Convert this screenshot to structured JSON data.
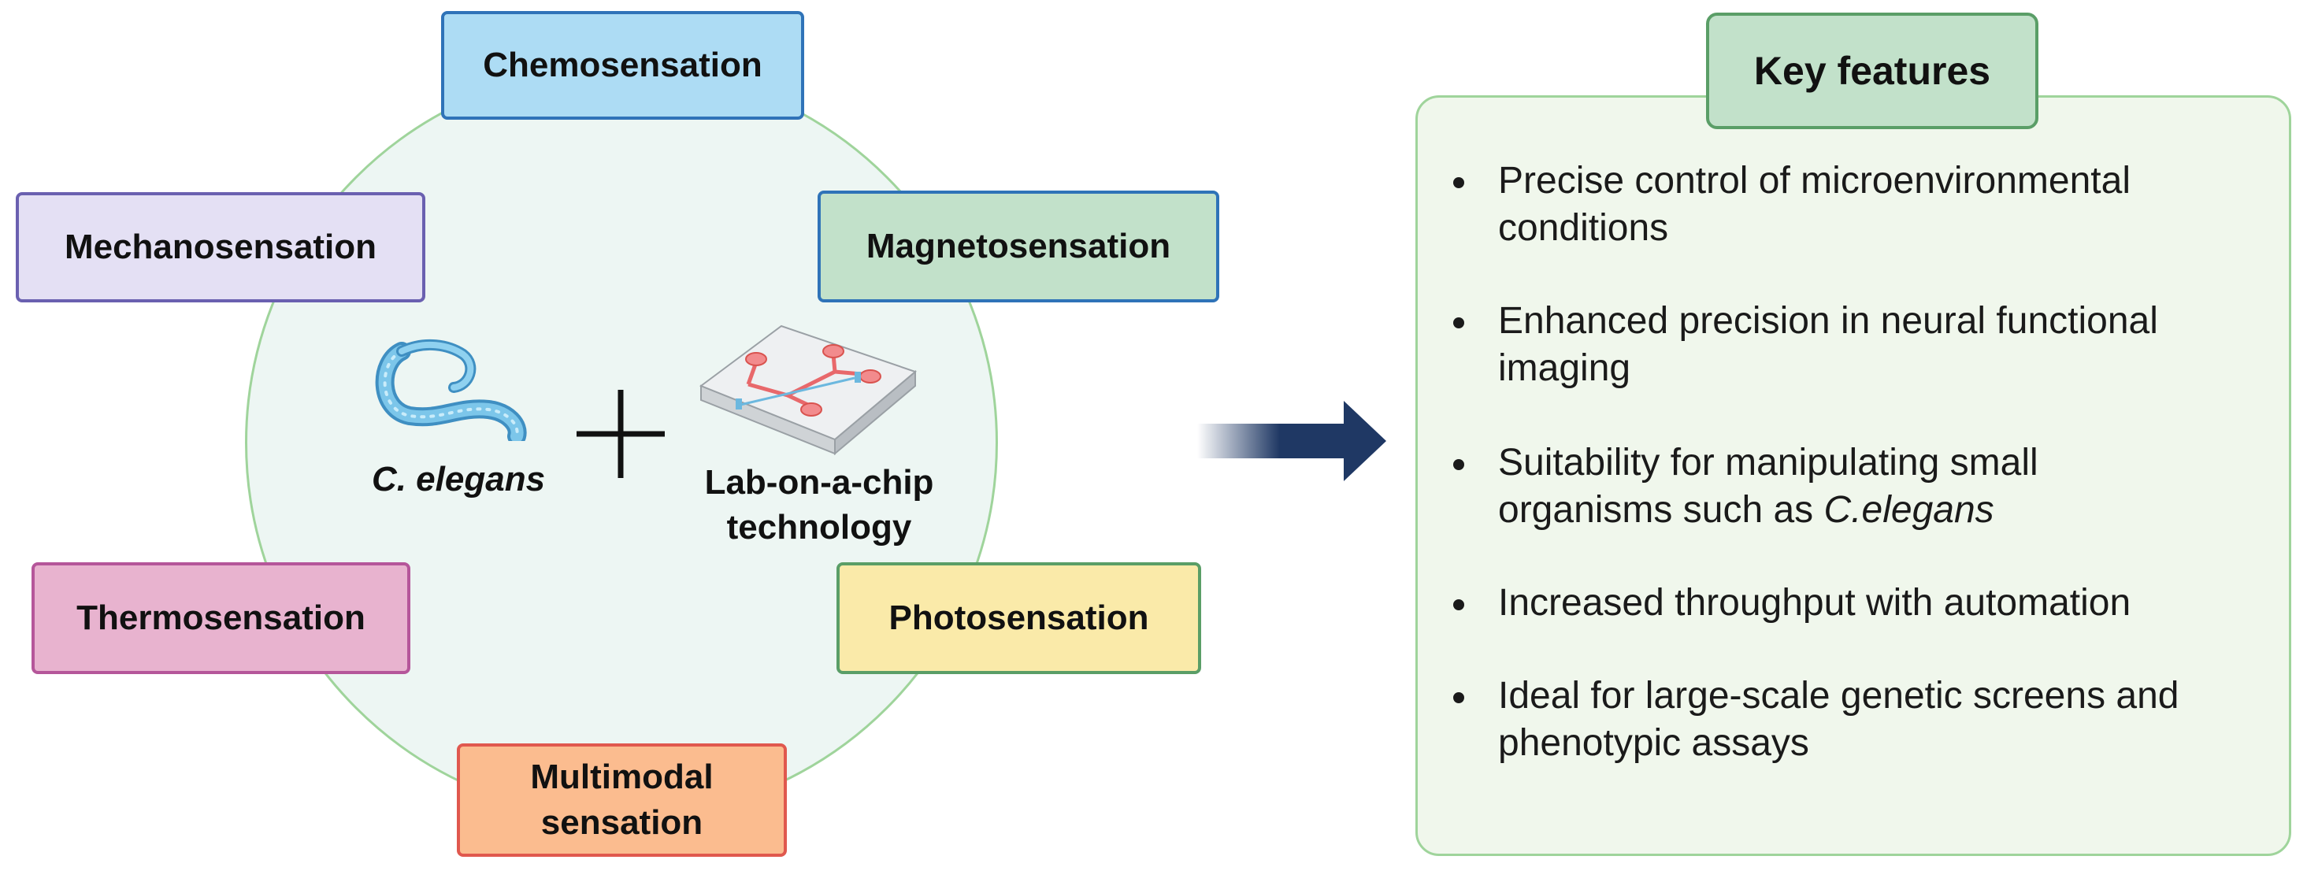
{
  "organism": {
    "label": "C. elegans"
  },
  "technology": {
    "label_line1": "Lab-on-a-chip",
    "label_line2": "technology"
  },
  "sensations": {
    "chemo": {
      "label": "Chemosensation",
      "fill": "#addcf4",
      "border": "#2f73b8"
    },
    "mechano": {
      "label": "Mechanosensation",
      "fill": "#e4e0f4",
      "border": "#6a60b0"
    },
    "magneto": {
      "label": "Magnetosensation",
      "fill": "#c2e1ca",
      "border": "#2f73b8"
    },
    "thermo": {
      "label": "Thermosensation",
      "fill": "#e8b3cf",
      "border": "#b5569a"
    },
    "photo": {
      "label": "Photosensation",
      "fill": "#faeaa9",
      "border": "#5a9e67"
    },
    "multi": {
      "label_line1": "Multimodal",
      "label_line2": "sensation",
      "fill": "#fbbc8f",
      "border": "#e0584e"
    }
  },
  "key_features": {
    "title": "Key features",
    "items": [
      {
        "line1": "Precise control of microenvironmental",
        "line2": "conditions"
      },
      {
        "line1": "Enhanced precision in neural functional",
        "line2": "imaging"
      },
      {
        "line1": "Suitability for manipulating small",
        "line2_prefix": "organisms such as ",
        "line2_italic": "C.elegans"
      },
      {
        "line1": "Increased throughput with automation"
      },
      {
        "line1": "Ideal for large-scale genetic screens and",
        "line2": "phenotypic assays"
      }
    ]
  },
  "colors": {
    "arrow": "#1f3864",
    "circle_fill": "#edf6f3",
    "circle_border": "#9fd49b",
    "worm": "#6cb8df"
  }
}
